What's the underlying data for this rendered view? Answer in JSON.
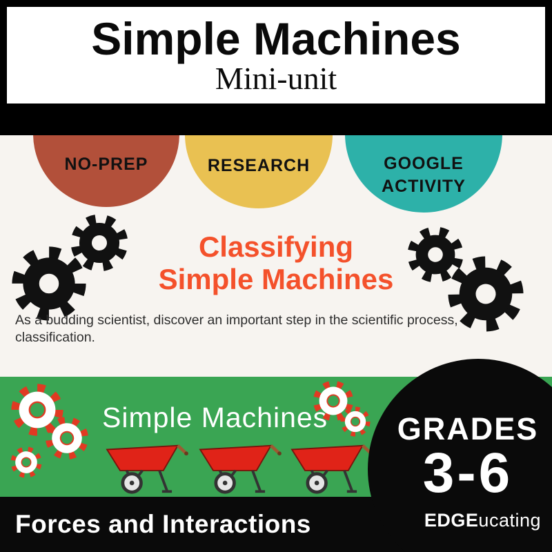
{
  "header": {
    "title": "Simple Machines",
    "subtitle": "Mini-unit"
  },
  "feature_badges": [
    {
      "label": "NO-PREP",
      "color": "#b2503a"
    },
    {
      "label": "RESEARCH",
      "color": "#e9c152"
    },
    {
      "label": "GOOGLE ACTIVITY",
      "color": "#2db1a9"
    }
  ],
  "main": {
    "heading_line1": "Classifying",
    "heading_line2": "Simple Machines",
    "heading_color": "#f4512b",
    "description": "As a budding scientist, discover an important step in the scientific process, classification."
  },
  "banner": {
    "title": "Simple Machines",
    "background_color": "#3aa553",
    "gear_color": "#e03a22"
  },
  "grades_badge": {
    "label": "GRADES",
    "range": "3-6"
  },
  "footer": {
    "title": "Forces and Interactions",
    "brand_bold": "EDGE",
    "brand_rest": "ucating"
  },
  "icons": {
    "gear": "gear-icon (svg circle with dashed-stroke teeth)",
    "wheelbarrow": "wheelbarrow-icon (svg red tub, wheel, handle)"
  }
}
